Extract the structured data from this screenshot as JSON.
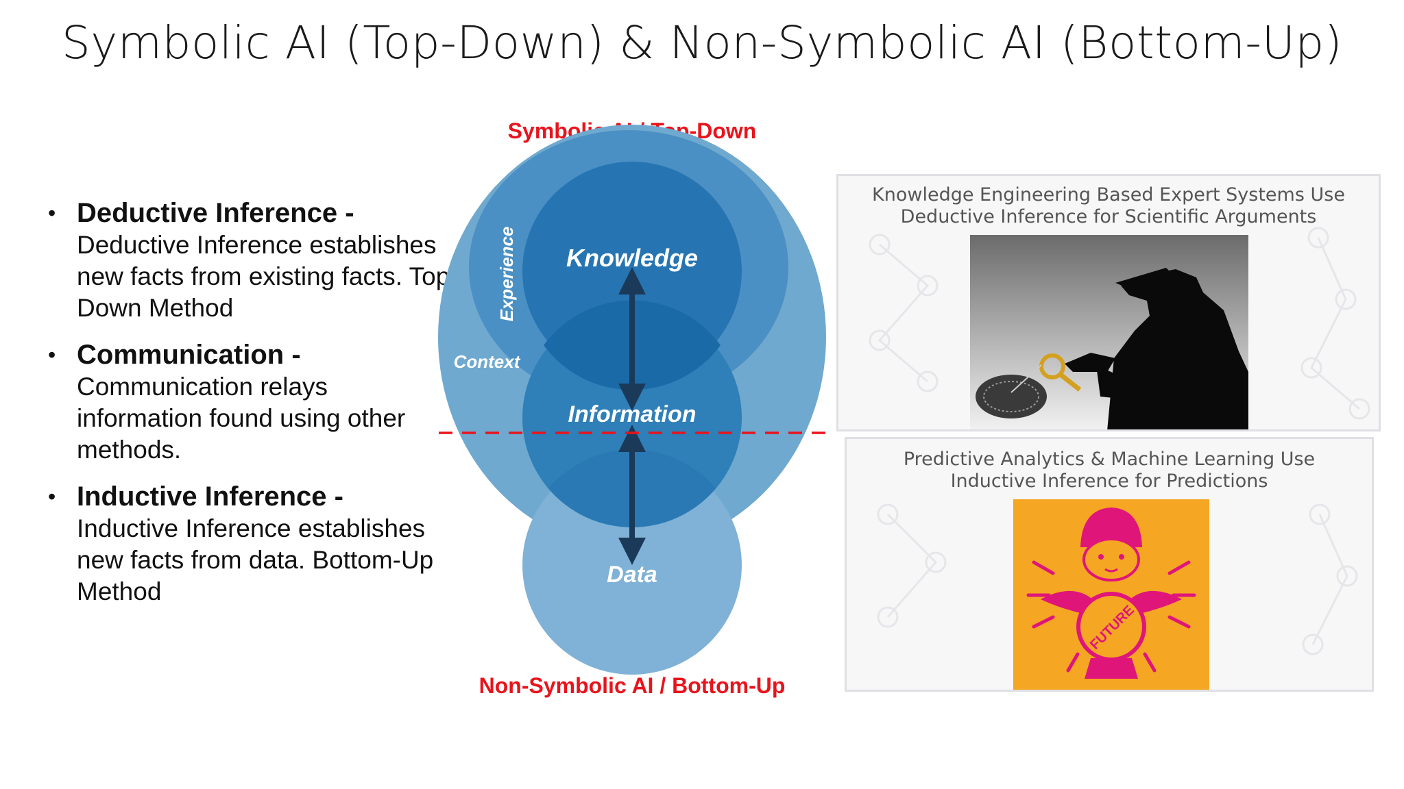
{
  "slide": {
    "title": "Symbolic AI (Top-Down) & Non-Symbolic AI (Bottom-Up)"
  },
  "bullets": [
    {
      "term": "Deductive Inference",
      "dash": " -",
      "description": "Deductive Inference establishes new facts from existing facts. Top-Down Method"
    },
    {
      "term": "Communication",
      "dash": " -",
      "description": "Communication relays information found using other methods."
    },
    {
      "term": "Inductive Inference",
      "dash": " -",
      "description": "Inductive Inference establishes new facts from data. Bottom-Up Method"
    }
  ],
  "diagram": {
    "top_label": "Symbolic AI / Top-Down",
    "bottom_label": "Non-Symbolic AI / Bottom-Up",
    "knowledge": "Knowledge",
    "information": "Information",
    "data": "Data",
    "experience": "Experience",
    "context": "Context",
    "colors": {
      "label_red": "#e8141c",
      "outer": "#6fa9cf",
      "mid": "#2f7fb8",
      "deep": "#1a6aa8",
      "data": "#7fb2d6",
      "arrow": "#1b3a5a"
    }
  },
  "panels": [
    {
      "caption_line1": "Knowledge Engineering Based Expert Systems Use",
      "caption_line2": "Deductive Inference for Scientific Arguments",
      "image": "detective-silhouette-icon"
    },
    {
      "caption_line1": "Predictive Analytics & Machine Learning Use",
      "caption_line2": "Inductive Inference for Predictions",
      "image": "fortune-teller-crystal-ball-icon",
      "ball_text": "FUTURE"
    }
  ]
}
